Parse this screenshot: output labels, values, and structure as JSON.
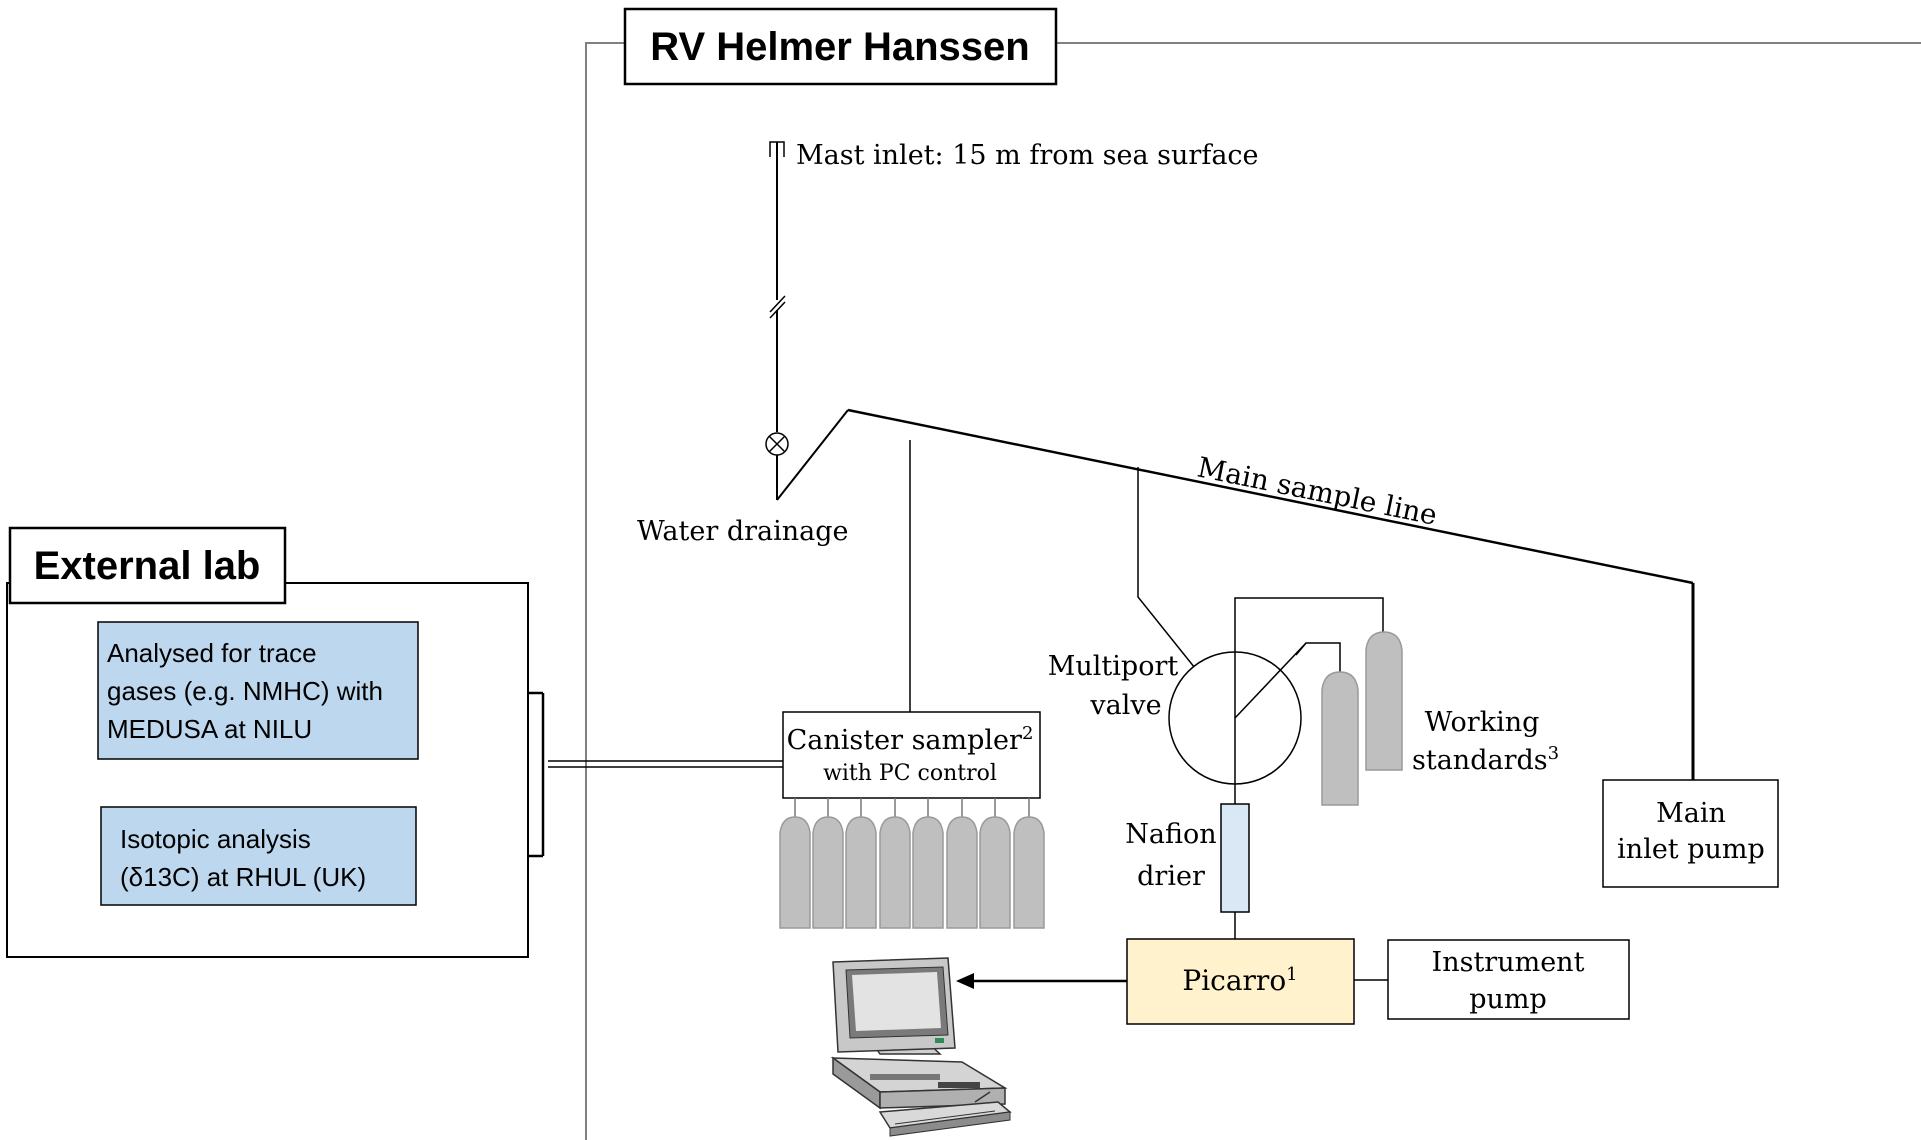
{
  "ship": {
    "title": "RV Helmer Hanssen",
    "mast_inlet": "Mast inlet: 15 m from sea surface",
    "water_drainage": "Water drainage",
    "main_sample_line": "Main sample line",
    "multiport_valve": [
      "Multiport",
      "valve"
    ],
    "working_standards": [
      "Working",
      "standards",
      "3"
    ],
    "main_inlet_pump": [
      "Main",
      "inlet pump"
    ],
    "canister_sampler": {
      "line1": "Canister sampler",
      "sup": "2",
      "line2": "with PC control"
    },
    "nafion_drier": [
      "Nafion",
      "drier"
    ],
    "picarro": {
      "label": "Picarro",
      "sup": "1"
    },
    "instrument_pump": [
      "Instrument",
      "pump"
    ]
  },
  "external_lab": {
    "title": "External lab",
    "boxes": [
      {
        "lines": [
          "Analysed for trace",
          "gases (e.g. NMHC) with",
          "MEDUSA at NILU"
        ]
      },
      {
        "lines": [
          "Isotopic analysis",
          "(δ13C) at RHUL (UK)"
        ]
      }
    ]
  },
  "colors": {
    "lab_box_fill": "#bdd7ee",
    "picarro_fill": "#fff2cc",
    "cylinder_fill": "#bfbfbf",
    "nafion_fill": "#dae8f5",
    "line": "#000000"
  },
  "icons": [
    "computer-icon",
    "gas-cylinder-icon",
    "valve-icon"
  ]
}
